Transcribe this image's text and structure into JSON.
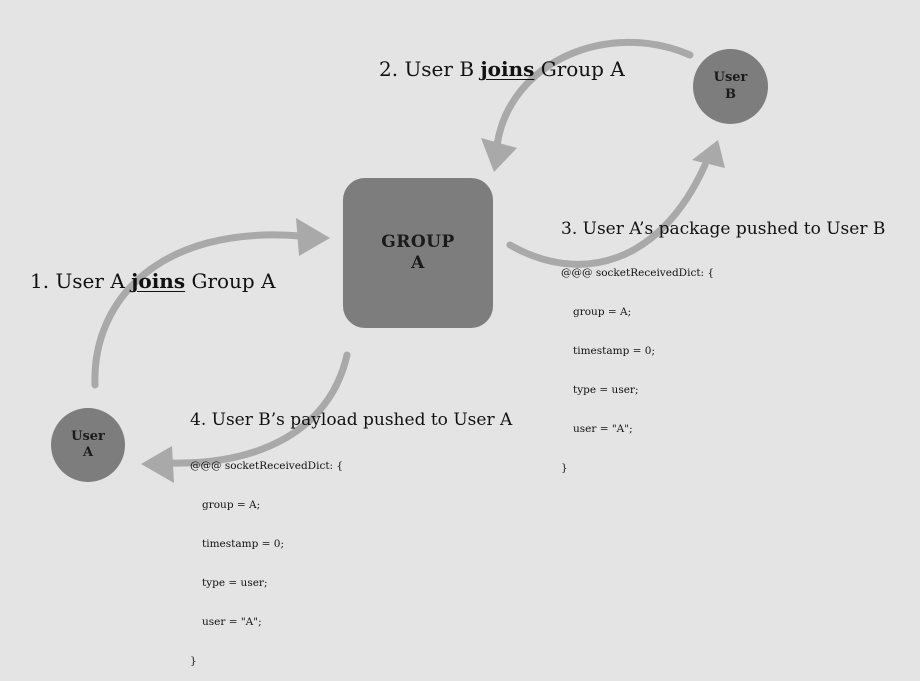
{
  "nodes": {
    "group": {
      "line1": "GROUP",
      "line2": "A"
    },
    "user_a": {
      "line1": "User",
      "line2": "A"
    },
    "user_b": {
      "line1": "User",
      "line2": "B"
    }
  },
  "steps": {
    "step1": {
      "pre": "1. User A ",
      "keyword": "joins",
      "post": " Group A"
    },
    "step2": {
      "pre": "2. User B ",
      "keyword": "joins",
      "post": " Group A"
    },
    "step3": {
      "title": "3. User A’s package pushed to User B"
    },
    "step4": {
      "title": "4. User B’s payload pushed to User A"
    }
  },
  "code3": {
    "header": "@@@ socketReceivedDict: {",
    "lines": [
      "group = A;",
      "timestamp = 0;",
      "type = user;",
      "user = \"A\";"
    ],
    "footer": "}"
  },
  "code4": {
    "header": "@@@ socketReceivedDict: {",
    "lines": [
      "group = A;",
      "timestamp = 0;",
      "type = user;",
      "user = \"A\";"
    ],
    "footer": "}"
  },
  "colors": {
    "background": "#e4e4e4",
    "node_fill": "#7d7d7d",
    "arrow": "#a8a8a8"
  }
}
